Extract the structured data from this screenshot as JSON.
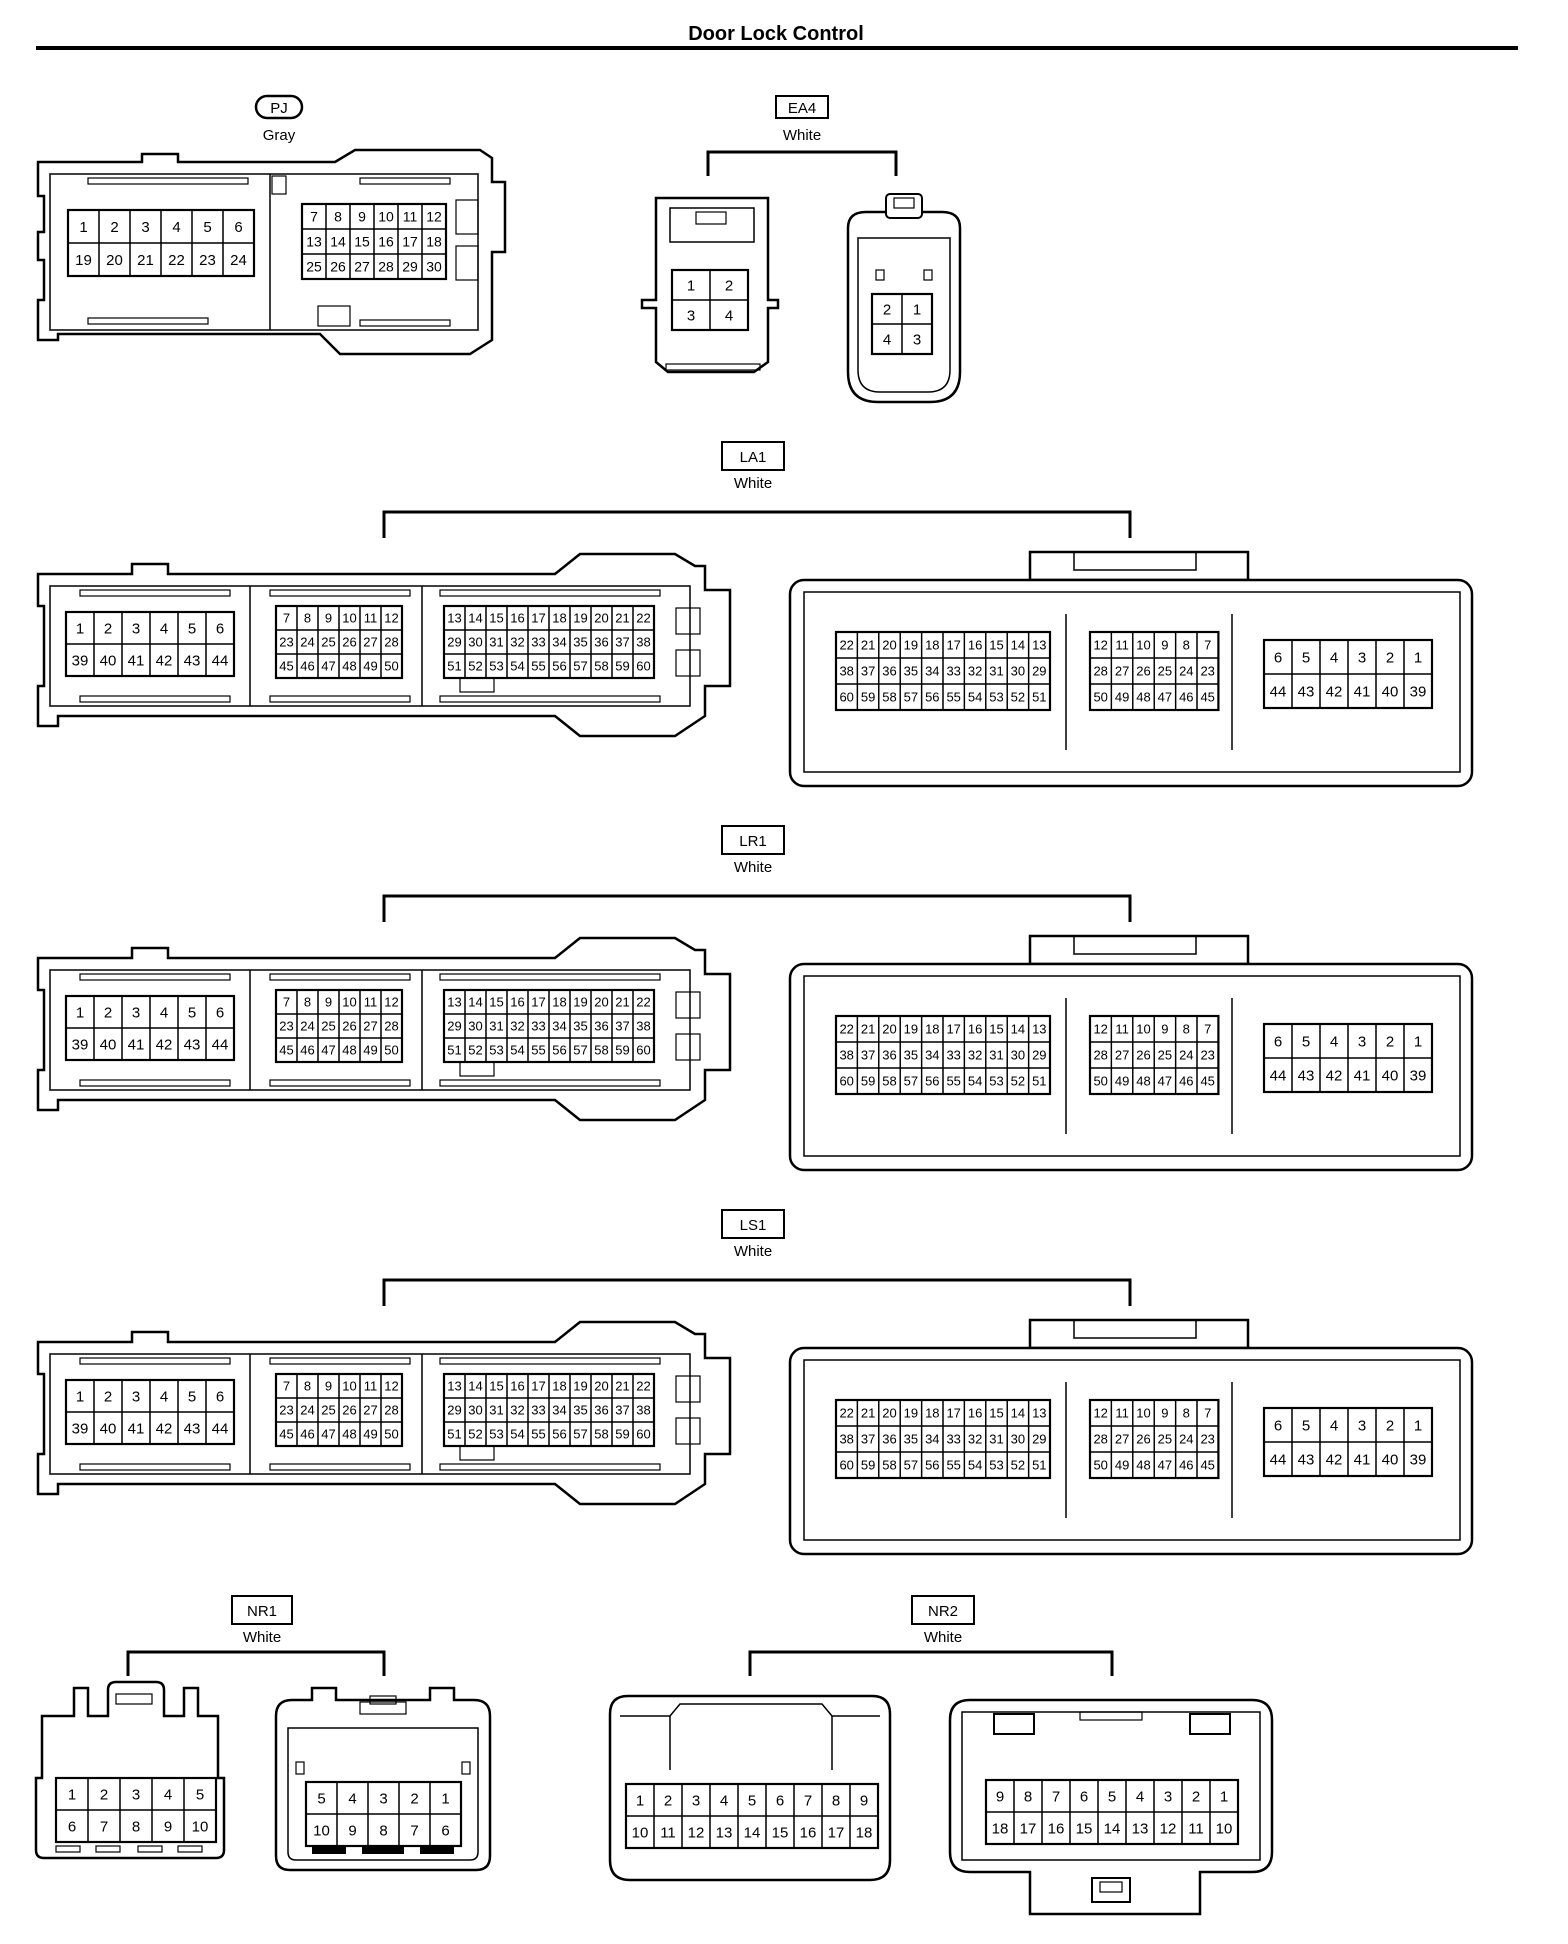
{
  "title": "Door Lock Control",
  "connectors": {
    "pj": {
      "code": "PJ",
      "color": "Gray",
      "rowsA": [
        [
          "1",
          "2",
          "3",
          "4",
          "5",
          "6"
        ],
        [
          "19",
          "20",
          "21",
          "22",
          "23",
          "24"
        ]
      ],
      "rowsB": [
        [
          "7",
          "8",
          "9",
          "10",
          "11",
          "12"
        ],
        [
          "13",
          "14",
          "15",
          "16",
          "17",
          "18"
        ],
        [
          "25",
          "26",
          "27",
          "28",
          "29",
          "30"
        ]
      ]
    },
    "ea4": {
      "code": "EA4",
      "color": "White",
      "male": [
        [
          "1",
          "2"
        ],
        [
          "3",
          "4"
        ]
      ],
      "female": [
        [
          "2",
          "1"
        ],
        [
          "4",
          "3"
        ]
      ]
    },
    "la1": {
      "code": "LA1",
      "color": "White"
    },
    "lr1": {
      "code": "LR1",
      "color": "White"
    },
    "ls1": {
      "code": "LS1",
      "color": "White"
    },
    "nr1": {
      "code": "NR1",
      "color": "White",
      "male": [
        [
          "1",
          "2",
          "3",
          "4",
          "5"
        ],
        [
          "6",
          "7",
          "8",
          "9",
          "10"
        ]
      ],
      "female": [
        [
          "5",
          "4",
          "3",
          "2",
          "1"
        ],
        [
          "10",
          "9",
          "8",
          "7",
          "6"
        ]
      ]
    },
    "nr2": {
      "code": "NR2",
      "color": "White",
      "male": [
        [
          "1",
          "2",
          "3",
          "4",
          "5",
          "6",
          "7",
          "8",
          "9"
        ],
        [
          "10",
          "11",
          "12",
          "13",
          "14",
          "15",
          "16",
          "17",
          "18"
        ]
      ],
      "female": [
        [
          "9",
          "8",
          "7",
          "6",
          "5",
          "4",
          "3",
          "2",
          "1"
        ],
        [
          "18",
          "17",
          "16",
          "15",
          "14",
          "13",
          "12",
          "11",
          "10"
        ]
      ]
    }
  },
  "big_male": {
    "g1": [
      [
        "1",
        "2",
        "3",
        "4",
        "5",
        "6"
      ],
      [
        "39",
        "40",
        "41",
        "42",
        "43",
        "44"
      ]
    ],
    "g2": [
      [
        "7",
        "8",
        "9",
        "10",
        "11",
        "12"
      ],
      [
        "23",
        "24",
        "25",
        "26",
        "27",
        "28"
      ],
      [
        "45",
        "46",
        "47",
        "48",
        "49",
        "50"
      ]
    ],
    "g3": [
      [
        "13",
        "14",
        "15",
        "16",
        "17",
        "18",
        "19",
        "20",
        "21",
        "22"
      ],
      [
        "29",
        "30",
        "31",
        "32",
        "33",
        "34",
        "35",
        "36",
        "37",
        "38"
      ],
      [
        "51",
        "52",
        "53",
        "54",
        "55",
        "56",
        "57",
        "58",
        "59",
        "60"
      ]
    ]
  },
  "big_female": {
    "g1": [
      [
        "22",
        "21",
        "20",
        "19",
        "18",
        "17",
        "16",
        "15",
        "14",
        "13"
      ],
      [
        "38",
        "37",
        "36",
        "35",
        "34",
        "33",
        "32",
        "31",
        "30",
        "29"
      ],
      [
        "60",
        "59",
        "58",
        "57",
        "56",
        "55",
        "54",
        "53",
        "52",
        "51"
      ]
    ],
    "g2": [
      [
        "12",
        "11",
        "10",
        "9",
        "8",
        "7"
      ],
      [
        "28",
        "27",
        "26",
        "25",
        "24",
        "23"
      ],
      [
        "50",
        "49",
        "48",
        "47",
        "46",
        "45"
      ]
    ],
    "g3": [
      [
        "6",
        "5",
        "4",
        "3",
        "2",
        "1"
      ],
      [
        "44",
        "43",
        "42",
        "41",
        "40",
        "39"
      ]
    ]
  }
}
